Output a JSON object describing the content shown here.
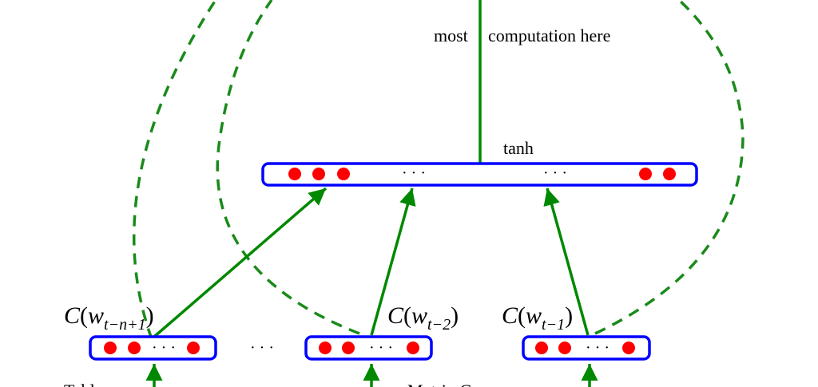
{
  "top_label": {
    "part1": "most",
    "part2": "computation here"
  },
  "hidden_label": "tanh",
  "ellipsis": "· · ·",
  "between_ellipsis": "· · ·",
  "inputs": [
    {
      "name": "C",
      "var": "w",
      "sub": "t−n+1"
    },
    {
      "name": "C",
      "var": "w",
      "sub": "t−2"
    },
    {
      "name": "C",
      "var": "w",
      "sub": "t−1"
    }
  ],
  "bottom_labels": {
    "left": "Tabl",
    "middle": "Matrix C"
  },
  "colors": {
    "box": "#0000ff",
    "unit": "#ff0000",
    "arrow": "#008800",
    "dashed": "#1a8a1a"
  }
}
